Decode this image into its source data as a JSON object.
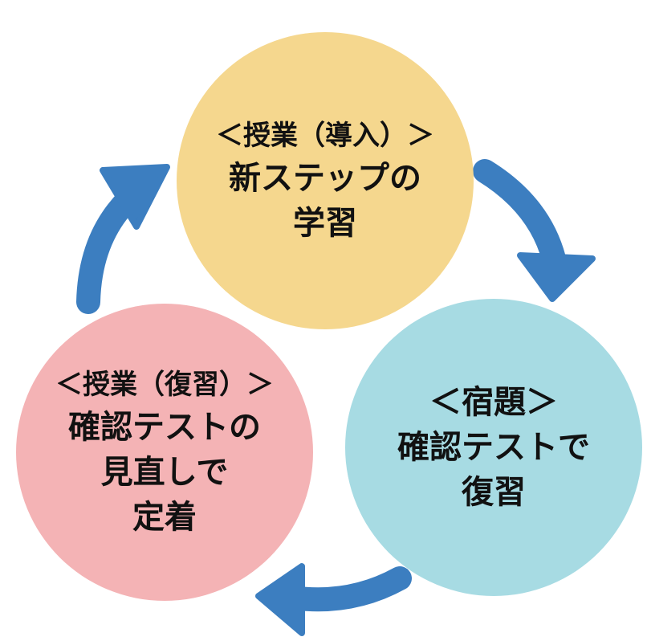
{
  "colors": {
    "arrow": "#3c7ec0",
    "node_top": "#f5d78e",
    "node_right": "#a7dbe3",
    "node_left": "#f4b3b5",
    "text": "#111111"
  },
  "nodes": {
    "top": {
      "label": "＜授業（導入）＞",
      "lines": [
        "新ステップの",
        "学習"
      ]
    },
    "right": {
      "label": "＜宿題＞",
      "lines": [
        "確認テストで",
        "復習"
      ]
    },
    "left": {
      "label": "＜授業（復習）＞",
      "lines": [
        "確認テストの",
        "見直しで",
        "定着"
      ]
    }
  }
}
